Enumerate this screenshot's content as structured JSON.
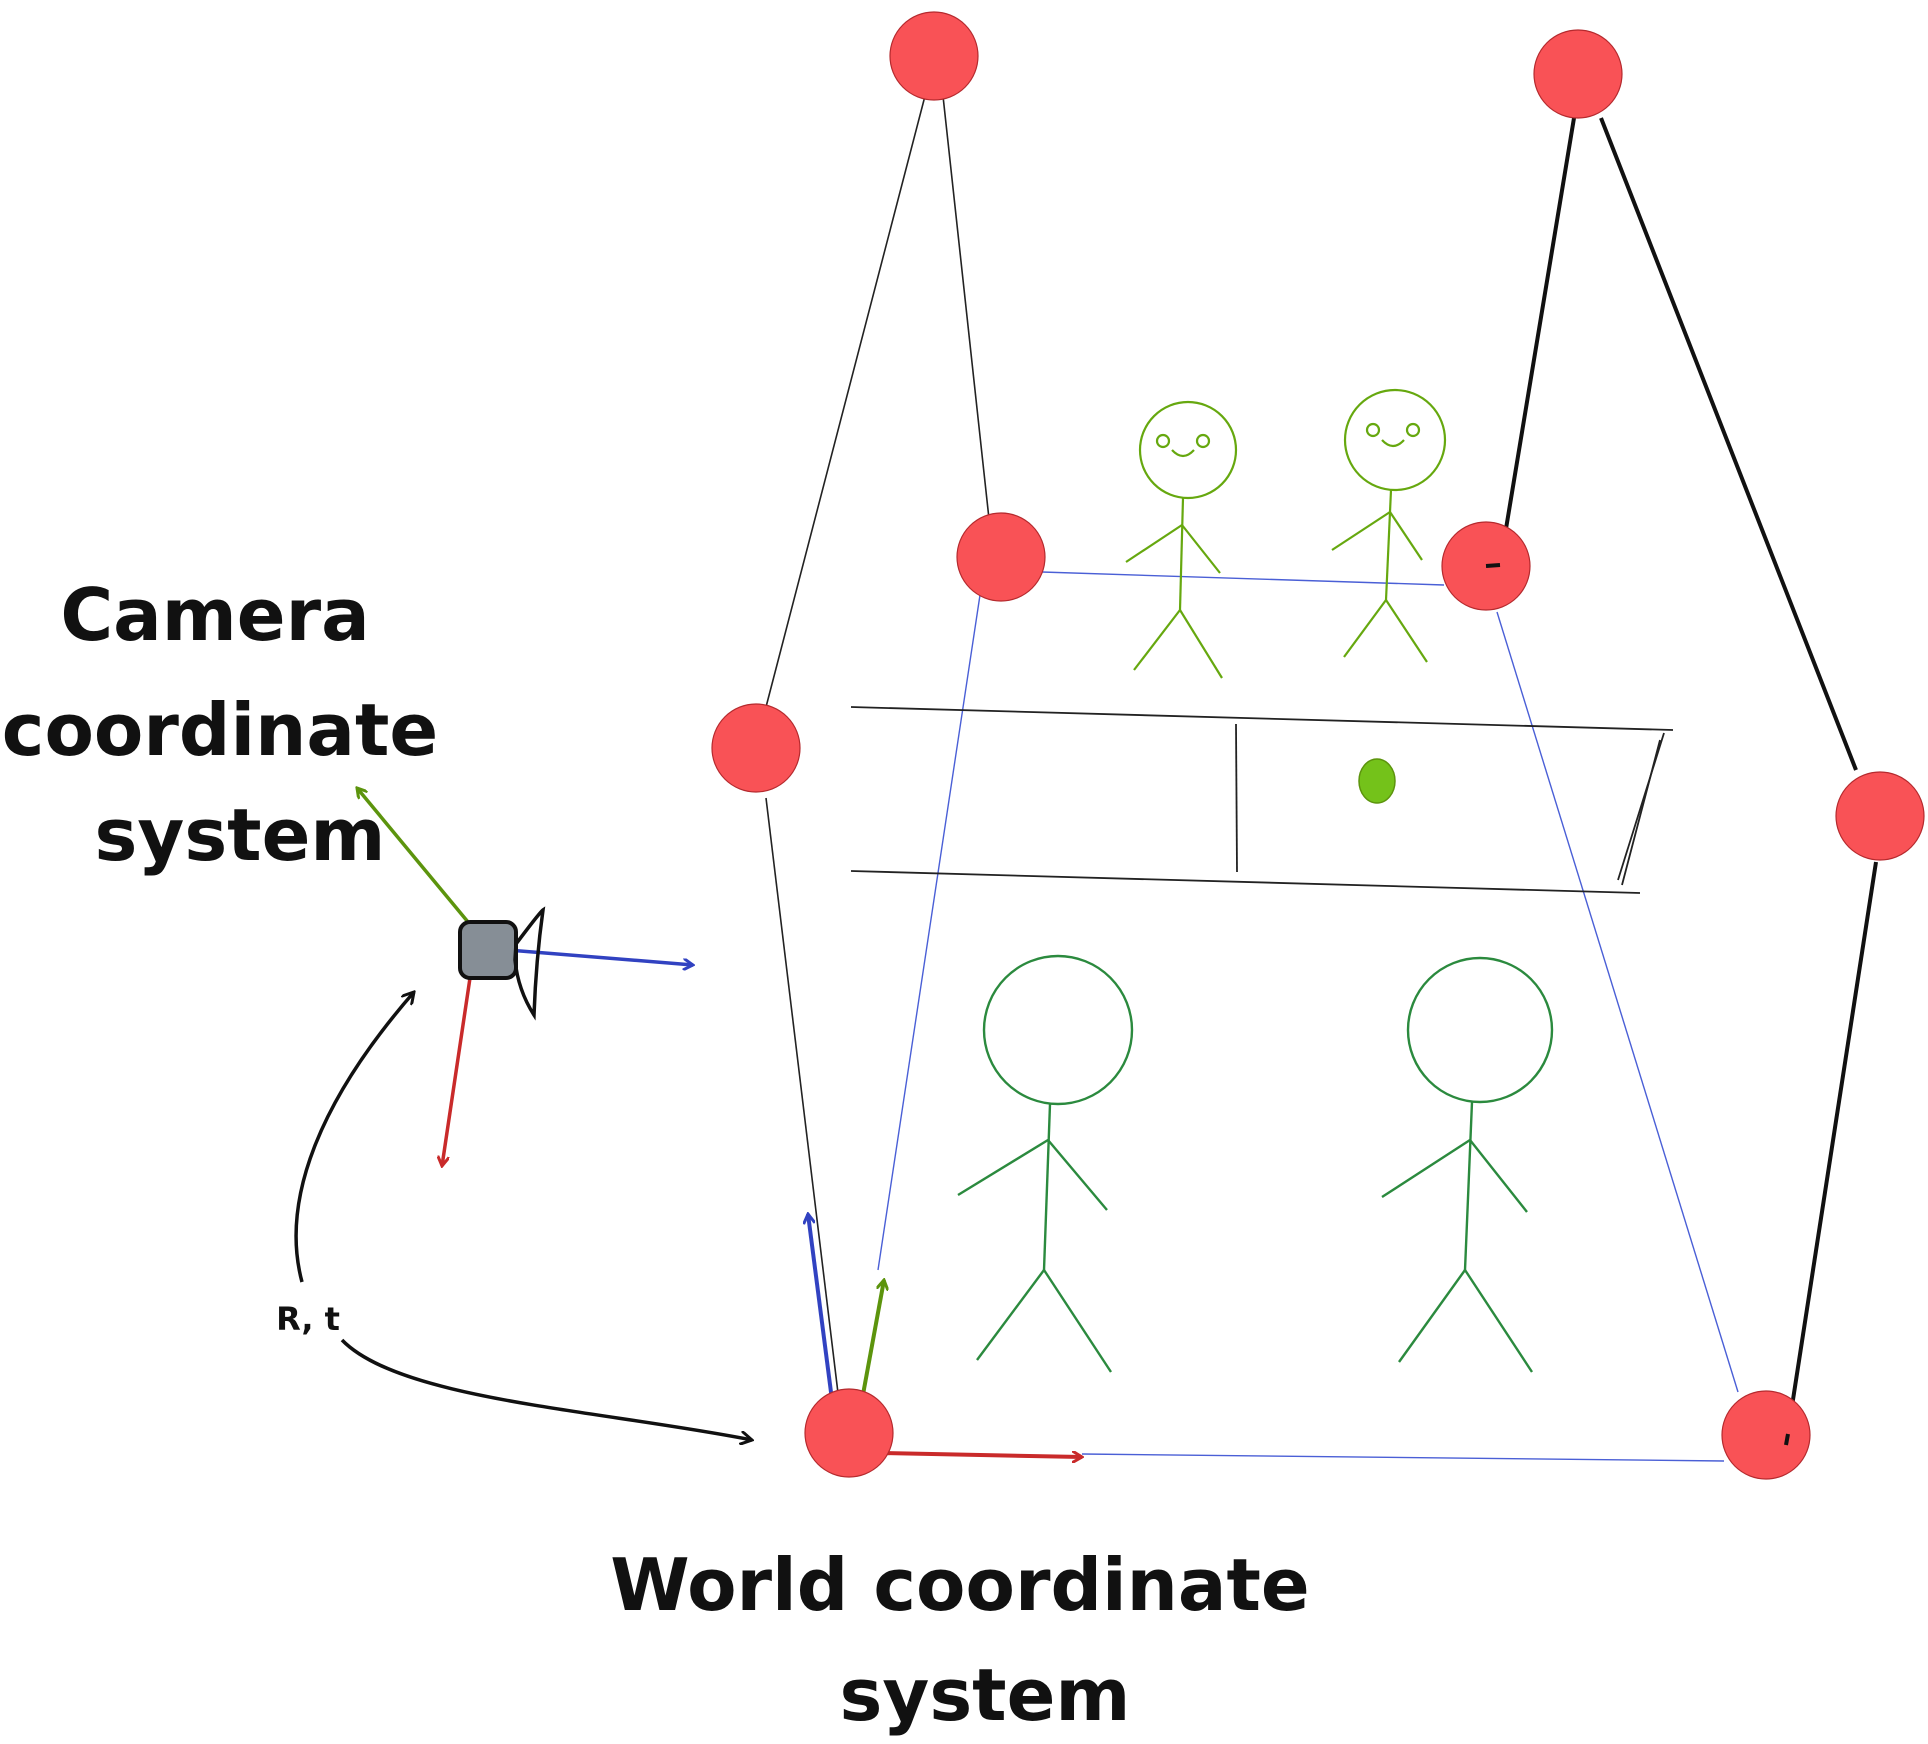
{
  "labels": {
    "camera_line1": "Camera",
    "camera_line2": "coordinate",
    "camera_line3": "system",
    "world_line1": "World coordinate",
    "world_line2": "system",
    "transform": "R, t"
  },
  "colors": {
    "marker": "#f95256",
    "camera_body": "#868e96",
    "axis_green": "#5c940d",
    "axis_blue": "#3142c1",
    "axis_red": "#c92a2a",
    "figure_green": "#66a80f",
    "figure_dark_green": "#2b8a3e",
    "screen_dot": "#74c21a",
    "ray_blue": "#4a5fd6"
  }
}
